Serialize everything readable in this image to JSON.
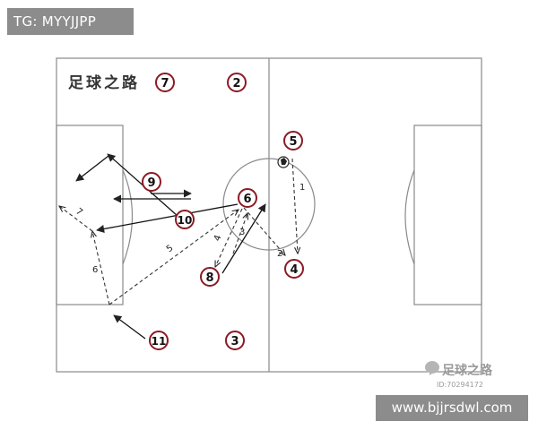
{
  "header_tag": "TG: MYYJJPP",
  "footer_url": "www.bjjrsdwl.com",
  "pitch_title": "足球之路",
  "watermark": {
    "name": "足球之路",
    "id": "ID:70294172"
  },
  "colors": {
    "player_ring": "#8b1a24",
    "line": "#222222",
    "field_line": "#8a8a8a"
  },
  "players": [
    {
      "number": "7"
    },
    {
      "number": "2"
    },
    {
      "number": "5"
    },
    {
      "number": "9"
    },
    {
      "number": "6"
    },
    {
      "number": "10"
    },
    {
      "number": "8"
    },
    {
      "number": "4"
    },
    {
      "number": "11"
    },
    {
      "number": "3"
    }
  ],
  "pass_labels": [
    "1",
    "2",
    "3",
    "4",
    "5",
    "6",
    "7"
  ]
}
